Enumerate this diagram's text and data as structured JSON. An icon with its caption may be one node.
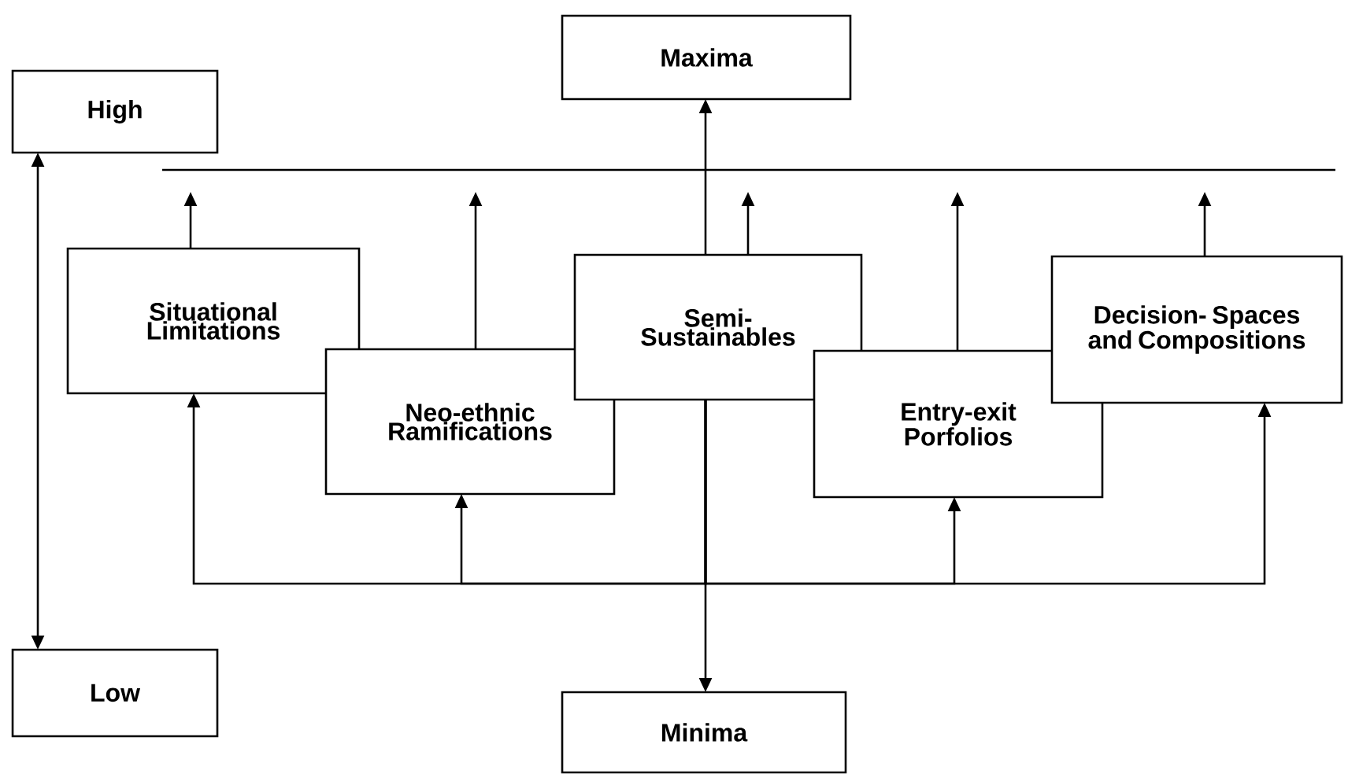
{
  "diagram": {
    "nodes": [
      {
        "text": [
          "High"
        ]
      },
      {
        "text": [
          "Maxima"
        ]
      },
      {
        "text": [
          "Situational Limitations"
        ]
      },
      {
        "text": [
          "Neo-ethnic Ramifications"
        ]
      },
      {
        "text": [
          "Semi- Sustainables"
        ]
      },
      {
        "text": [
          "Entry-exit Porfolios"
        ]
      },
      {
        "text": [
          "Decision- Spaces and Compositions"
        ]
      },
      {
        "text": [
          "Low"
        ]
      },
      {
        "text": [
          "Minima"
        ]
      }
    ],
    "edges": [
      {
        "from": 0,
        "to": 7,
        "arrow": "both"
      },
      {
        "from": 4,
        "to": 1,
        "arrow": "to"
      },
      {
        "from": 4,
        "to": 8,
        "arrow": "to"
      },
      {
        "from": 4,
        "to": 2,
        "arrow": "to"
      },
      {
        "from": 4,
        "to": 3,
        "arrow": "to"
      },
      {
        "from": 4,
        "to": 5,
        "arrow": "to"
      },
      {
        "from": 4,
        "to": 6,
        "arrow": "to"
      },
      {
        "from": 2,
        "to": null,
        "arrow": "to"
      },
      {
        "from": 3,
        "to": null,
        "arrow": "to"
      },
      {
        "from": 4,
        "to": null,
        "arrow": "to"
      },
      {
        "from": 5,
        "to": null,
        "arrow": "to"
      },
      {
        "from": 6,
        "to": null,
        "arrow": "to"
      }
    ]
  }
}
